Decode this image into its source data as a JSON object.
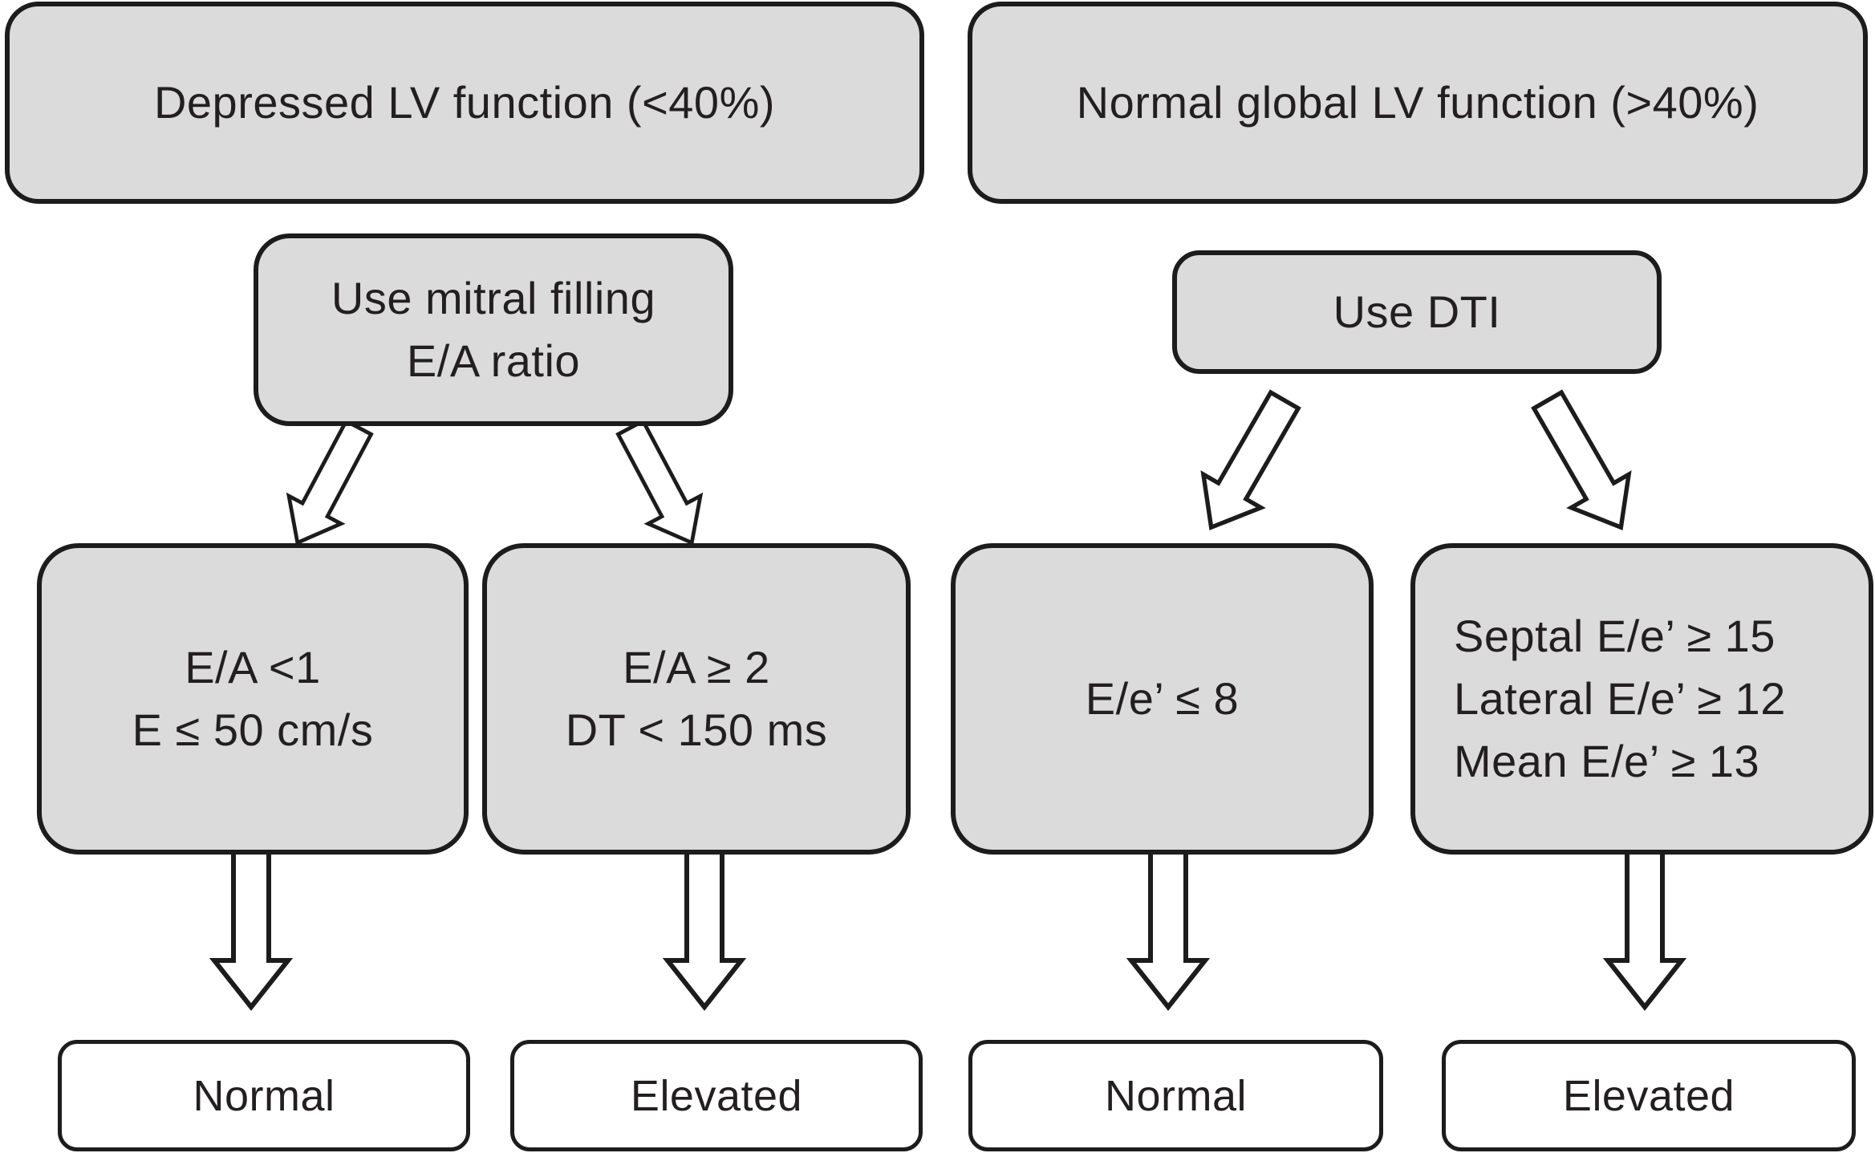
{
  "colors": {
    "background": "#ffffff",
    "node_fill": "#dbdbdb",
    "node_border": "#1c1c1c",
    "result_fill": "#ffffff",
    "text": "#231f20"
  },
  "flowchart": {
    "left_branch": {
      "root": "Depressed LV function (<40%)",
      "method": "Use mitral filling\nE/A ratio",
      "criteria_normal": "E/A <1\nE ≤ 50 cm/s",
      "criteria_elevated": "E/A ≥ 2\nDT < 150 ms",
      "result_normal": "Normal",
      "result_elevated": "Elevated"
    },
    "right_branch": {
      "root": "Normal global LV function (>40%)",
      "method": "Use DTI",
      "criteria_normal": "E/e’ ≤ 8",
      "criteria_elevated": "Septal E/e’ ≥ 15\nLateral E/e’ ≥ 12\nMean E/e’ ≥ 13",
      "result_normal": "Normal",
      "result_elevated": "Elevated"
    }
  }
}
